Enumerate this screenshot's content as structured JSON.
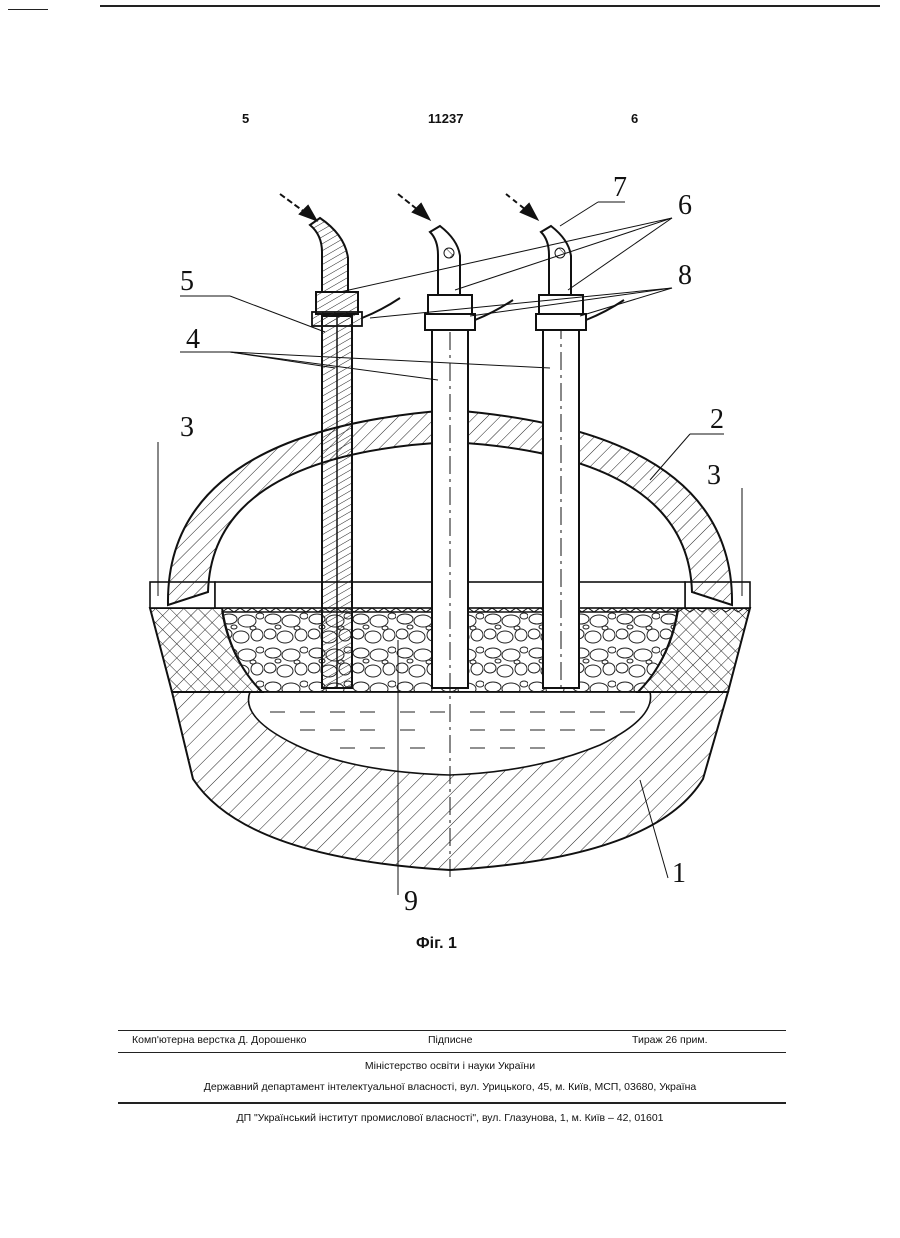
{
  "header": {
    "page_left": "5",
    "doc_number": "11237",
    "page_right": "6"
  },
  "figure": {
    "caption": "Фіг. 1",
    "labels": {
      "l1": "1",
      "l2": "2",
      "l3a": "3",
      "l3b": "3",
      "l4": "4",
      "l5": "5",
      "l6": "6",
      "l7": "7",
      "l8": "8",
      "l9": "9"
    }
  },
  "footer": {
    "layout_by": "Комп'ютерна верстка Д. Дорошенко",
    "signed": "Підписне",
    "circulation": "Тираж 26 прим.",
    "ministry": "Міністерство освіти і науки України",
    "department": "Державний департамент інтелектуальної власності, вул. Урицького, 45, м. Київ, МСП, 03680, Україна",
    "institute": "ДП \"Український інститут промислової власності\", вул. Глазунова, 1, м. Київ – 42, 01601"
  }
}
